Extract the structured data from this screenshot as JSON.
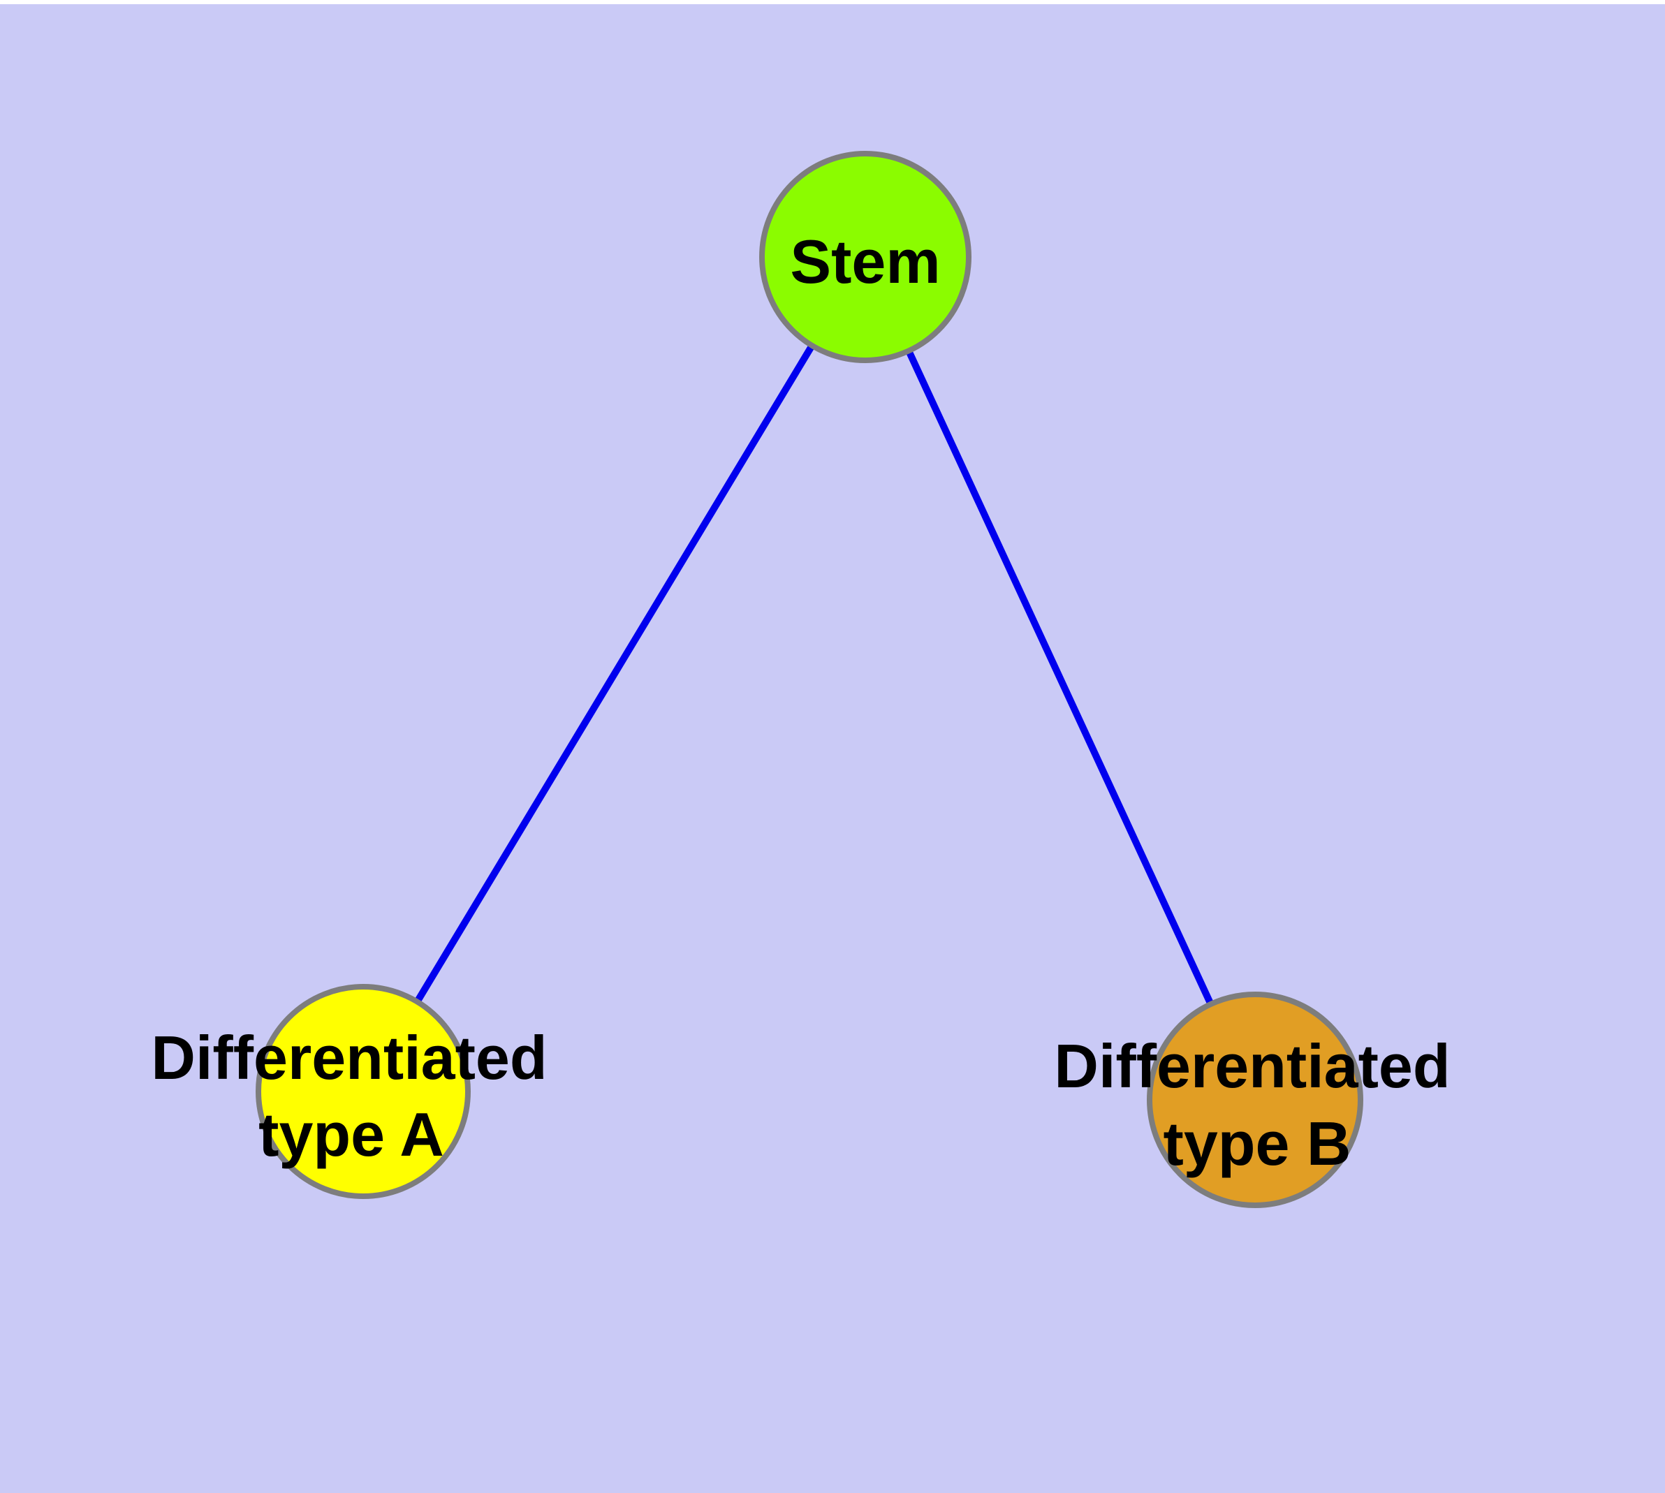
{
  "style": {
    "background_color": "#cacaf6",
    "top_margin_color": "#ffffff",
    "node_border_color": "#7d7d7d",
    "edge_color": "#0000ee",
    "label_color": "#000000"
  },
  "nodes": {
    "stem": {
      "label": "Stem",
      "fill": "#8bfc00"
    },
    "type_a": {
      "label_line1": "Differentiated",
      "label_line2": "type A",
      "fill": "#ffff00"
    },
    "type_b": {
      "label_line1": "Differentiated",
      "label_line2": "type B",
      "fill": "#e19e24"
    }
  },
  "edges": [
    {
      "from": "Stem",
      "to": "Differentiated type A"
    },
    {
      "from": "Stem",
      "to": "Differentiated type B"
    }
  ]
}
